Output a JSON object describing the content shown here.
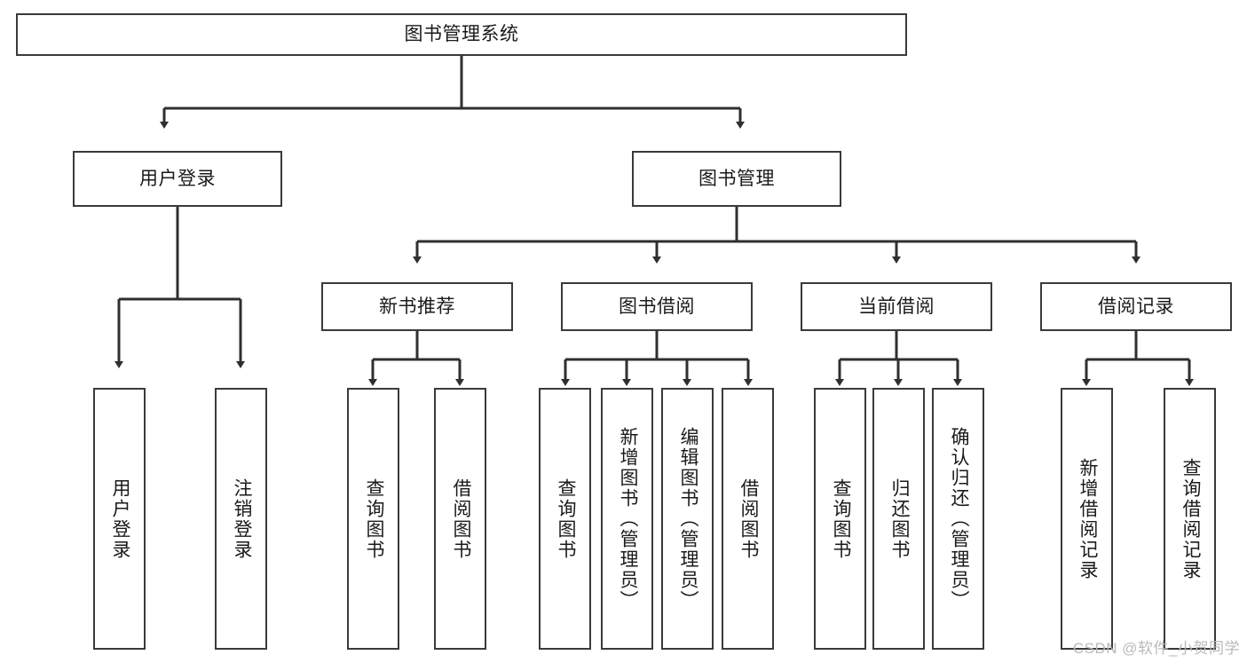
{
  "diagram": {
    "title": "图书管理系统",
    "type": "tree",
    "watermark": "CSDN @软件_小贺同学",
    "colors": {
      "box_border": "#3a3a3a",
      "box_fill": "#ffffff",
      "connector": "#2f2f2f",
      "text": "#1a1a1a",
      "watermark": "#b9b9b9",
      "background": "#ffffff"
    },
    "levels": {
      "root": {
        "label": "图书管理系统"
      },
      "level2": [
        {
          "label": "用户登录"
        },
        {
          "label": "图书管理"
        }
      ],
      "level3": [
        {
          "label": "新书推荐"
        },
        {
          "label": "图书借阅"
        },
        {
          "label": "当前借阅"
        },
        {
          "label": "借阅记录"
        }
      ],
      "leaves": {
        "user_login": [
          {
            "label": "用户登录"
          },
          {
            "label": "注销登录"
          }
        ],
        "new_book_recommend": [
          {
            "label": "查询图书"
          },
          {
            "label": "借阅图书"
          }
        ],
        "book_borrow": [
          {
            "label": "查询图书"
          },
          {
            "label": "新增图书（管理员）"
          },
          {
            "label": "编辑图书（管理员）"
          },
          {
            "label": "借阅图书"
          }
        ],
        "current_borrow": [
          {
            "label": "查询图书"
          },
          {
            "label": "归还图书"
          },
          {
            "label": "确认归还（管理员）"
          }
        ],
        "borrow_record": [
          {
            "label": "新增借阅记录"
          },
          {
            "label": "查询借阅记录"
          }
        ]
      }
    }
  }
}
